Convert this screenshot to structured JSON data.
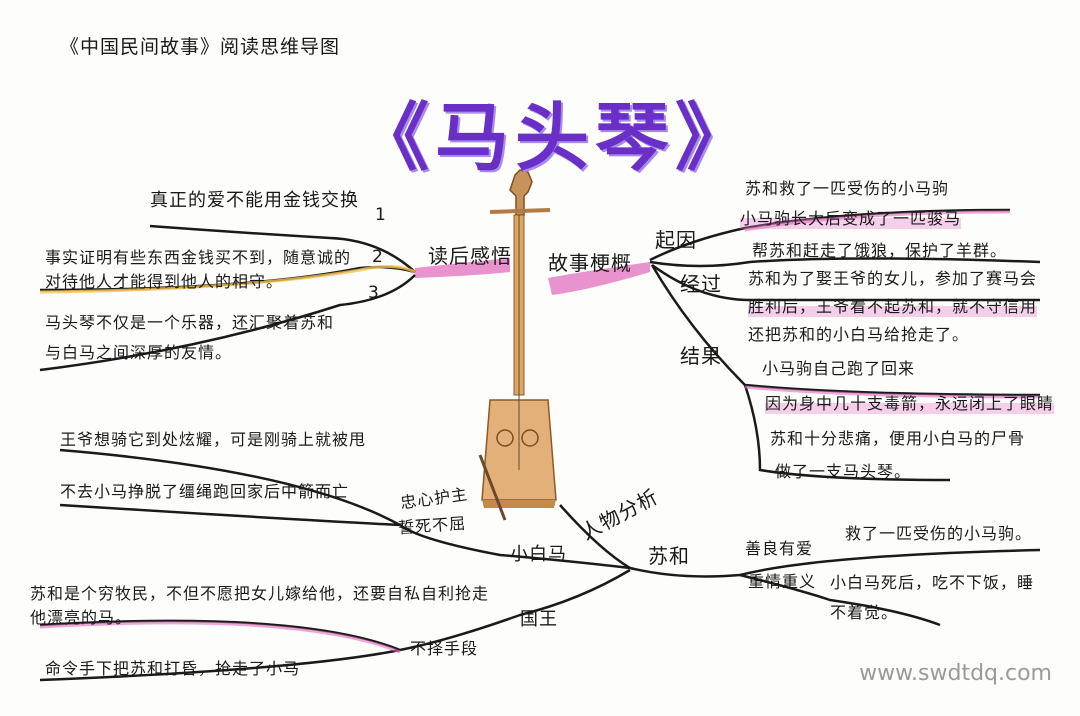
{
  "caption": "《中国民间故事》阅读思维导图",
  "title": "《马头琴》",
  "watermark": "www.swdtdq.com",
  "reflection": {
    "label": "读后感悟",
    "items": [
      {
        "num": "1",
        "text": "真正的爱不能用金钱交换"
      },
      {
        "num": "2",
        "text": "事实证明有些东西金钱买不到，随意诚的对待他人才能得到他人的相守。"
      },
      {
        "num": "3",
        "text": "马头琴不仅是一个乐器，还汇聚着苏和与白马之间深厚的友情。"
      }
    ]
  },
  "plot": {
    "label": "故事梗概",
    "start": {
      "label": "起因",
      "lines": [
        "苏和救了一匹受伤的小马驹",
        "小马驹长大后变成了一匹骏马",
        "帮苏和赶走了饿狼，保护了羊群。"
      ]
    },
    "middle": {
      "label": "经过",
      "lines": [
        "苏和为了娶王爷的女儿，参加了赛马会",
        "胜利后，王爷看不起苏和，就不守信用",
        "还把苏和的小白马给抢走了。"
      ]
    },
    "end": {
      "label": "结果",
      "lines": [
        "小马驹自己跑了回来",
        "因为身中几十支毒箭，永远闭上了眼睛",
        "苏和十分悲痛，便用小白马的尸骨",
        "做了一支马头琴。"
      ]
    }
  },
  "characters": {
    "label": "人物分析",
    "suhe": {
      "name": "苏和",
      "traits": [
        {
          "trait": "善良有爱",
          "detail": "救了一匹受伤的小马驹。"
        },
        {
          "trait": "重情重义",
          "detail": "小白马死后，吃不下饭，睡不着觉。"
        }
      ]
    },
    "horse": {
      "name": "小白马",
      "trait": "忠心护主",
      "trait2": "誓死不屈",
      "details": [
        "王爷想骑它到处炫耀，可是刚骑上就被甩",
        "不去小马挣脱了缰绳跑回家后中箭而亡"
      ]
    },
    "king": {
      "name": "国王",
      "trait": "不择手段",
      "details": [
        "苏和是个穷牧民，不但不愿把女儿嫁给他，还要自私自利抢走他漂亮的马。",
        "命令手下把苏和打昏，抢走了小马"
      ]
    }
  },
  "colors": {
    "title": "#6a2fc7",
    "pink": "#e06fbf",
    "yellow": "#f2c14e",
    "ink": "#1a1a1a",
    "wood": "#d9a766"
  }
}
